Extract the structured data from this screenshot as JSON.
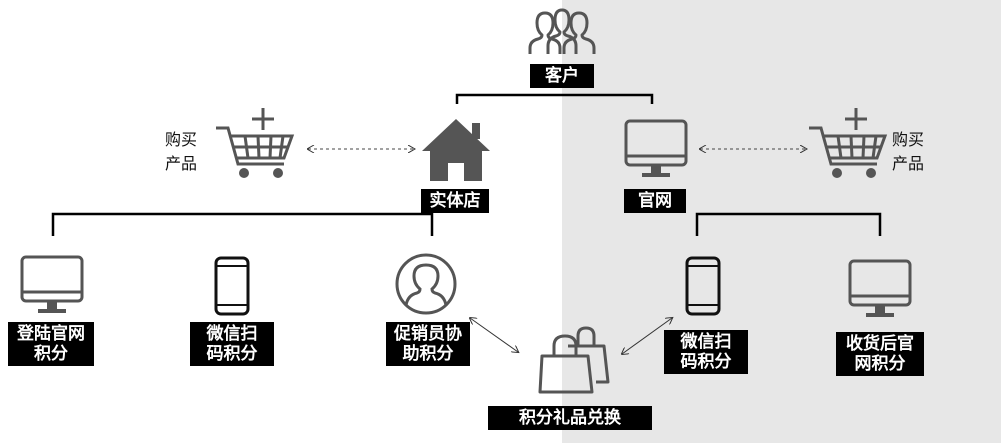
{
  "customer": {
    "label": "客户",
    "icon": "people-icon"
  },
  "store": {
    "label": "实体店",
    "icon": "house-icon"
  },
  "website": {
    "label": "官网",
    "icon": "monitor-icon"
  },
  "purchase_left": {
    "label": "购买\n产品",
    "icon": "shopping-cart-plus-icon"
  },
  "purchase_right": {
    "label": "购买\n产品",
    "icon": "shopping-cart-plus-icon"
  },
  "store_channels": [
    {
      "label": "登陆官网\n积分",
      "icon": "monitor-icon"
    },
    {
      "label": "微信扫\n码积分",
      "icon": "smartphone-icon"
    },
    {
      "label": "促销员协\n助积分",
      "icon": "person-icon"
    }
  ],
  "website_channels": [
    {
      "label": "微信扫\n码积分",
      "icon": "smartphone-icon"
    },
    {
      "label": "收货后官\n网积分",
      "icon": "monitor-icon"
    }
  ],
  "gift_exchange": {
    "label": "积分礼品兑换",
    "icon": "shopping-bags-icon"
  },
  "colors": {
    "icon_gray": "#555555",
    "right_panel": "#e7e7e7",
    "label_bg": "#000000"
  }
}
